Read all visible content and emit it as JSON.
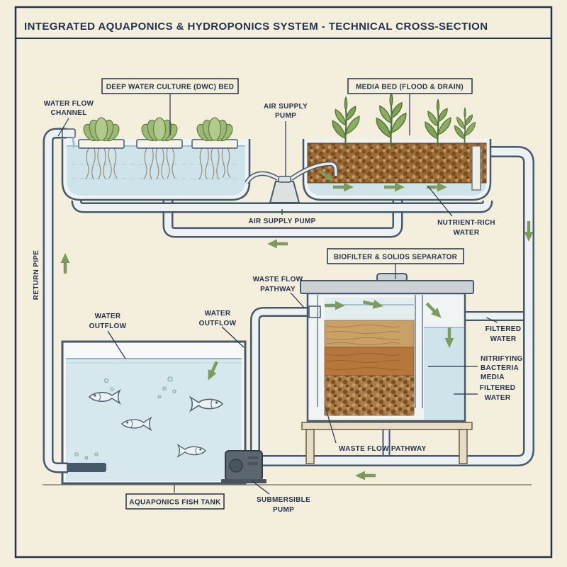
{
  "title": "INTEGRATED AQUAPONICS & HYDROPONICS SYSTEM - TECHNICAL CROSS-SECTION",
  "labels": {
    "water_flow_channel": [
      "WATER FLOW",
      "CHANNEL"
    ],
    "dwc_bed": "DEEP WATER CULTURE (DWC) BED",
    "air_supply_pump_top": [
      "AIR SUPPLY",
      "PUMP"
    ],
    "media_bed": "MEDIA BED (FLOOD & DRAIN)",
    "air_supply_pump_bottom": "AIR SUPPLY PUMP",
    "nutrient_rich_water": [
      "NUTRIENT-RICH",
      "WATER"
    ],
    "return_pipe": "RETURN PIPE",
    "biofilter": "BIOFILTER & SOLIDS SEPARATOR",
    "waste_flow_pathway_top": [
      "WASTE FLOW",
      "PATHWAY"
    ],
    "water_outflow_left": [
      "WATER",
      "OUTFLOW"
    ],
    "water_outflow_right": [
      "WATER",
      "OUTFLOW"
    ],
    "filtered_water_top": [
      "FILTERED",
      "WATER"
    ],
    "nitrifying_bacteria_media": [
      "NITRIFYING",
      "BACTERIA",
      "MEDIA"
    ],
    "filtered_water_bottom": [
      "FILTERED",
      "WATER"
    ],
    "aquaponics_fish_tank": "AQUAPONICS FISH TANK",
    "submersible_pump": [
      "SUBMERSIBLE",
      "PUMP"
    ],
    "waste_flow_pathway_bottom": "WASTE FLOW PATHWAY"
  },
  "colors": {
    "background": "#f4eedd",
    "frame": "#25324e",
    "ink": "#25324e",
    "water": "#cfe4ea",
    "pipe_stroke": "#46586c",
    "pipe_fill": "#edf1f2",
    "arrow_green": "#7d9b5f",
    "media_brown": "#9c6b38",
    "plant_green": "#7fa457",
    "lid_gray": "#ccd2d4"
  }
}
